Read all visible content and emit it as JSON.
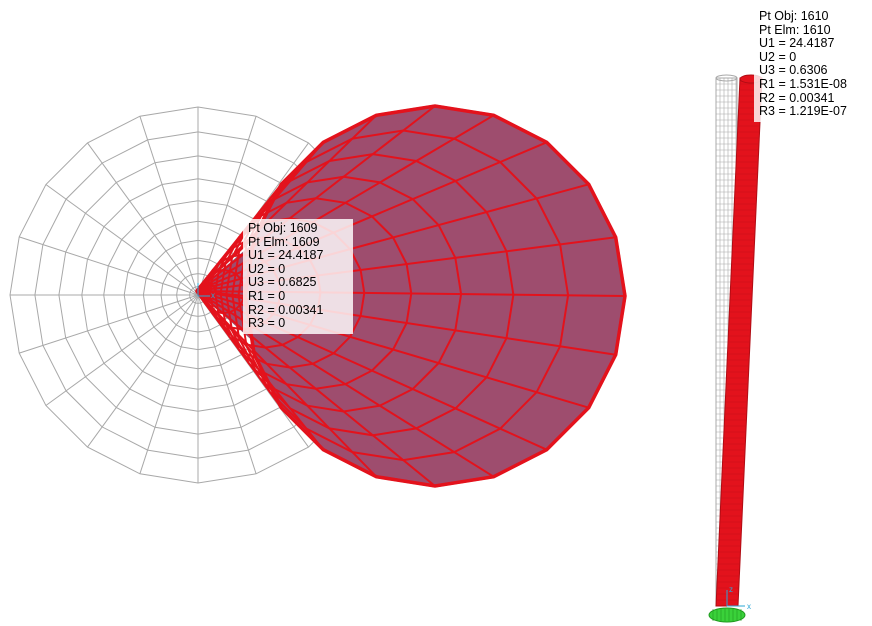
{
  "colors": {
    "background": "#ffffff",
    "undeformed_mesh": "#a8a8a8",
    "deformed_fill": "#9e4d6e",
    "deformed_edge": "#e3121c",
    "support": "#3ad13a",
    "axis_marker": "#2aa7d6"
  },
  "tooltips": [
    {
      "lines": [
        {
          "label": "Pt Obj",
          "sep": ": ",
          "value": "1609"
        },
        {
          "label": "Pt Elm",
          "sep": ": ",
          "value": "1609"
        },
        {
          "label": "U1",
          "sep": " =  ",
          "value": "24.4187"
        },
        {
          "label": "U2",
          "sep": " =  ",
          "value": "0"
        },
        {
          "label": "U3",
          "sep": " =  ",
          "value": "0.6825"
        },
        {
          "label": "R1",
          "sep": " =  ",
          "value": "0"
        },
        {
          "label": "R2",
          "sep": " =  ",
          "value": "0.00341"
        },
        {
          "label": "R3",
          "sep": " =  ",
          "value": "0"
        }
      ]
    },
    {
      "lines": [
        {
          "label": "Pt Obj",
          "sep": ": ",
          "value": "1610"
        },
        {
          "label": "Pt Elm",
          "sep": ": ",
          "value": "1610"
        },
        {
          "label": "U1",
          "sep": " =  ",
          "value": "24.4187"
        },
        {
          "label": "U2",
          "sep": " =  ",
          "value": "0"
        },
        {
          "label": "U3",
          "sep": " =  ",
          "value": "0.6306"
        },
        {
          "label": "R1",
          "sep": " =  ",
          "value": "1.531E-08"
        },
        {
          "label": "R2",
          "sep": " =  ",
          "value": "0.00341"
        },
        {
          "label": "R3",
          "sep": " =  ",
          "value": "1.219E-07"
        }
      ]
    }
  ],
  "axis_labels": {
    "x": "x",
    "z": "z"
  }
}
